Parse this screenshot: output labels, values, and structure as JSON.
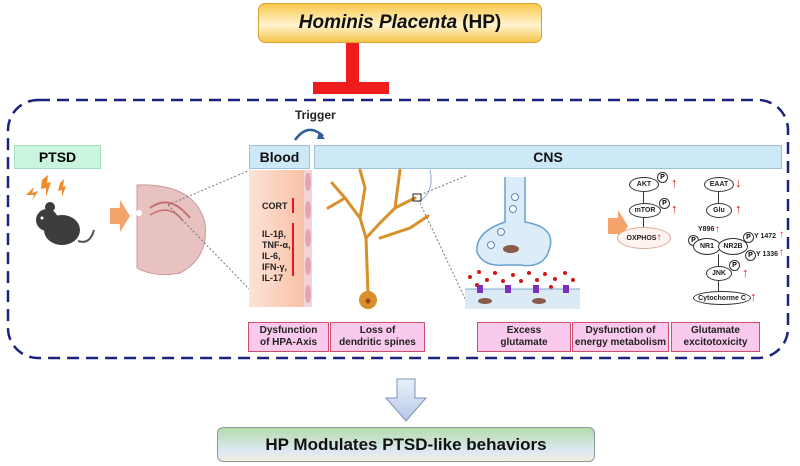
{
  "title": {
    "italic": "Hominis Placenta",
    "suffix": "(HP)"
  },
  "labels": {
    "ptsd": "PTSD",
    "blood": "Blood",
    "cns": "CNS",
    "trigger": "Trigger"
  },
  "blood_markers": {
    "cort": "CORT",
    "cytokines": [
      "IL-1β,",
      "TNF-α,",
      "IL-6,",
      "IFN-γ,",
      "IL-17"
    ]
  },
  "pathway_energy": {
    "nodes": [
      "AKT",
      "mTOR",
      "OXPHOS"
    ],
    "phospho": "P",
    "direction": [
      "up",
      "up",
      "up"
    ]
  },
  "pathway_glutamate": {
    "eaat": "EAAT",
    "eaat_dir": "down",
    "glu": "Glu",
    "nr1": "NR1",
    "nr2b": "NR2B",
    "y896": "Y896",
    "y1472": "Y 1472",
    "y1336": "Y 1336",
    "jnk": "JNK",
    "cyt": "Cytochorme C"
  },
  "arrows": {
    "up": "↑",
    "down": "↓"
  },
  "outcomes": [
    {
      "line1": "Dysfunction",
      "line2": "of HPA-Axis"
    },
    {
      "line1": "Loss of",
      "line2": "dendritic spines"
    },
    {
      "line1": "Excess",
      "line2": "glutamate"
    },
    {
      "line1": "Dysfunction of",
      "line2": "energy metabolism"
    },
    {
      "line1": "Glutamate",
      "line2": "excitotoxicity"
    }
  ],
  "result": "HP Modulates PTSD-like behaviors",
  "colors": {
    "inhibit": "#ee1c1c",
    "frame": "#1a237e",
    "arrow_up": "#e81818"
  }
}
